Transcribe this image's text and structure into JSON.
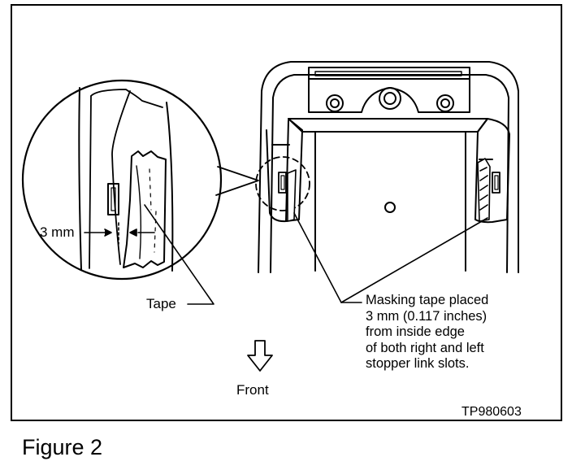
{
  "labels": {
    "dimension": "3 mm",
    "tape": "Tape",
    "front": "Front",
    "figure_id": "TP980603"
  },
  "callout": {
    "lines": [
      "Masking tape placed",
      "3 mm (0.117 inches)",
      "from inside edge",
      "of both right and left",
      "stopper link slots."
    ]
  },
  "caption": "Figure 2"
}
